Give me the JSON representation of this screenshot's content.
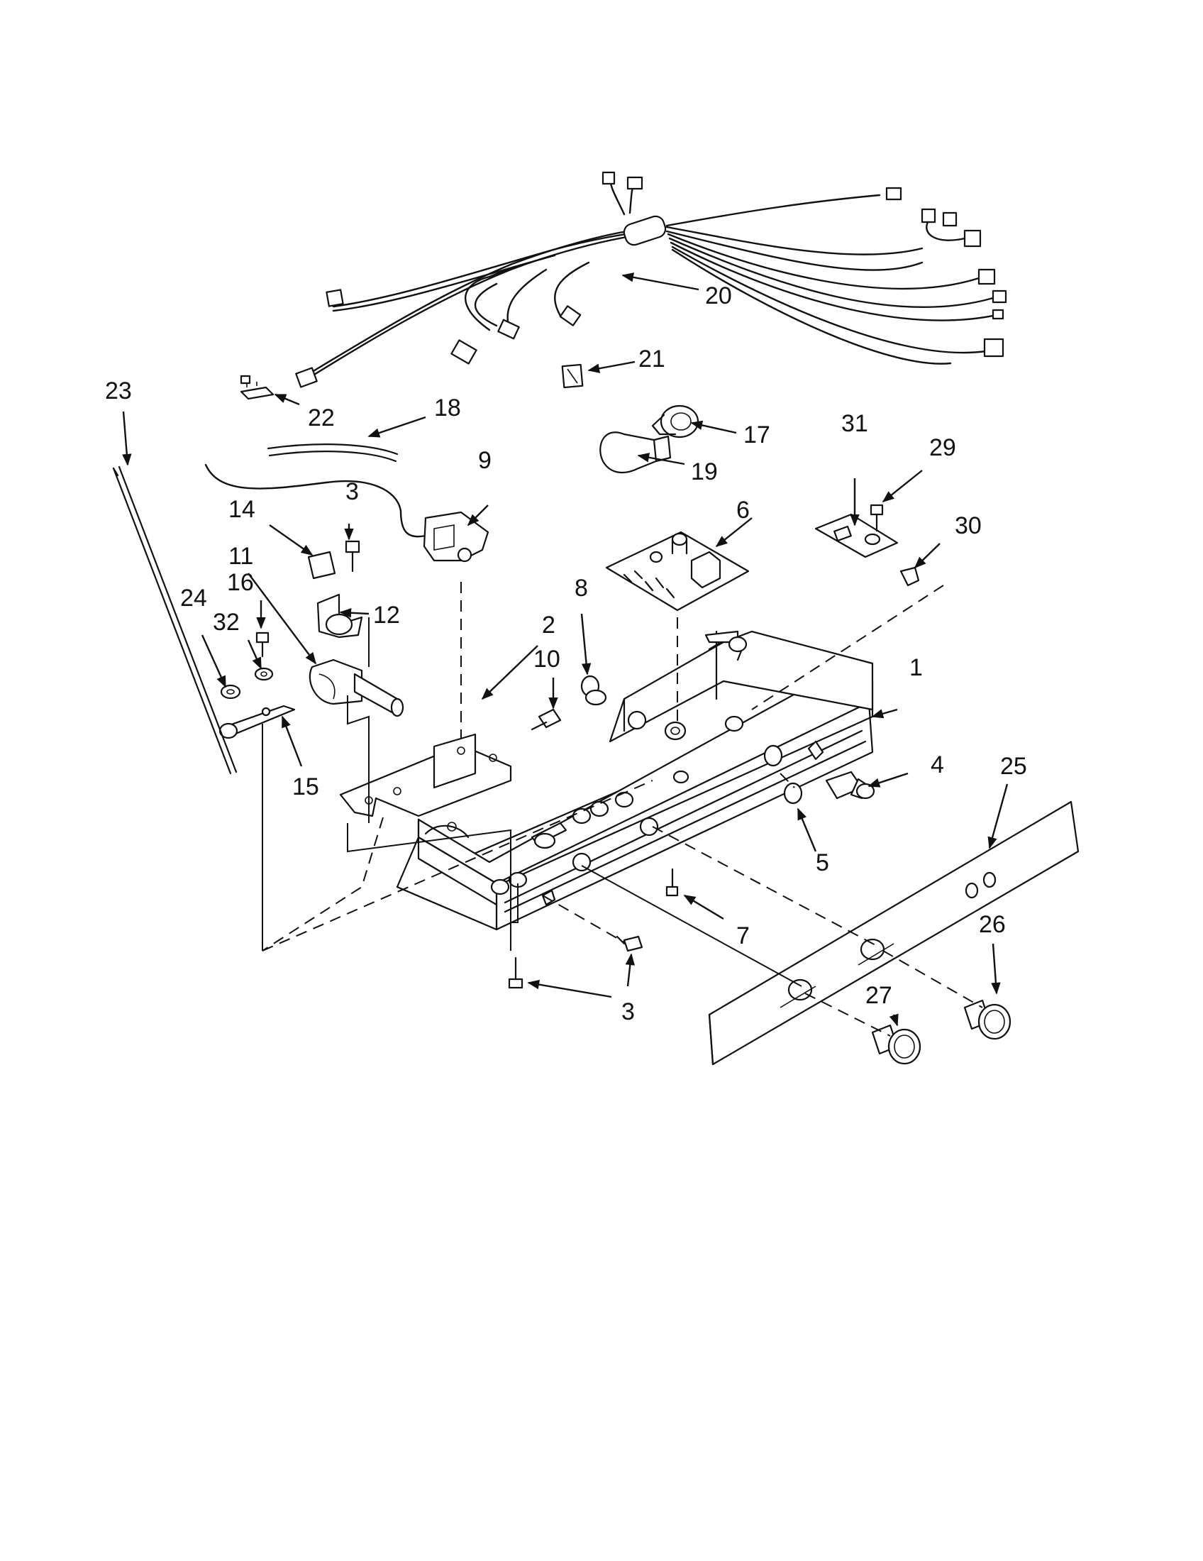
{
  "callouts": {
    "c1": "1",
    "c2": "2",
    "c3a": "3",
    "c3b": "3",
    "c4": "4",
    "c5": "5",
    "c6": "6",
    "c7": "7",
    "c8": "8",
    "c9": "9",
    "c10": "10",
    "c11": "11",
    "c12": "12",
    "c14": "14",
    "c15": "15",
    "c16": "16",
    "c17": "17",
    "c18": "18",
    "c19": "19",
    "c20": "20",
    "c21": "21",
    "c22": "22",
    "c23": "23",
    "c24": "24",
    "c25": "25",
    "c26": "26",
    "c27": "27",
    "c29": "29",
    "c30": "30",
    "c31": "31",
    "c32": "32"
  },
  "colors": {
    "ink": "#111111",
    "paper": "#ffffff"
  }
}
